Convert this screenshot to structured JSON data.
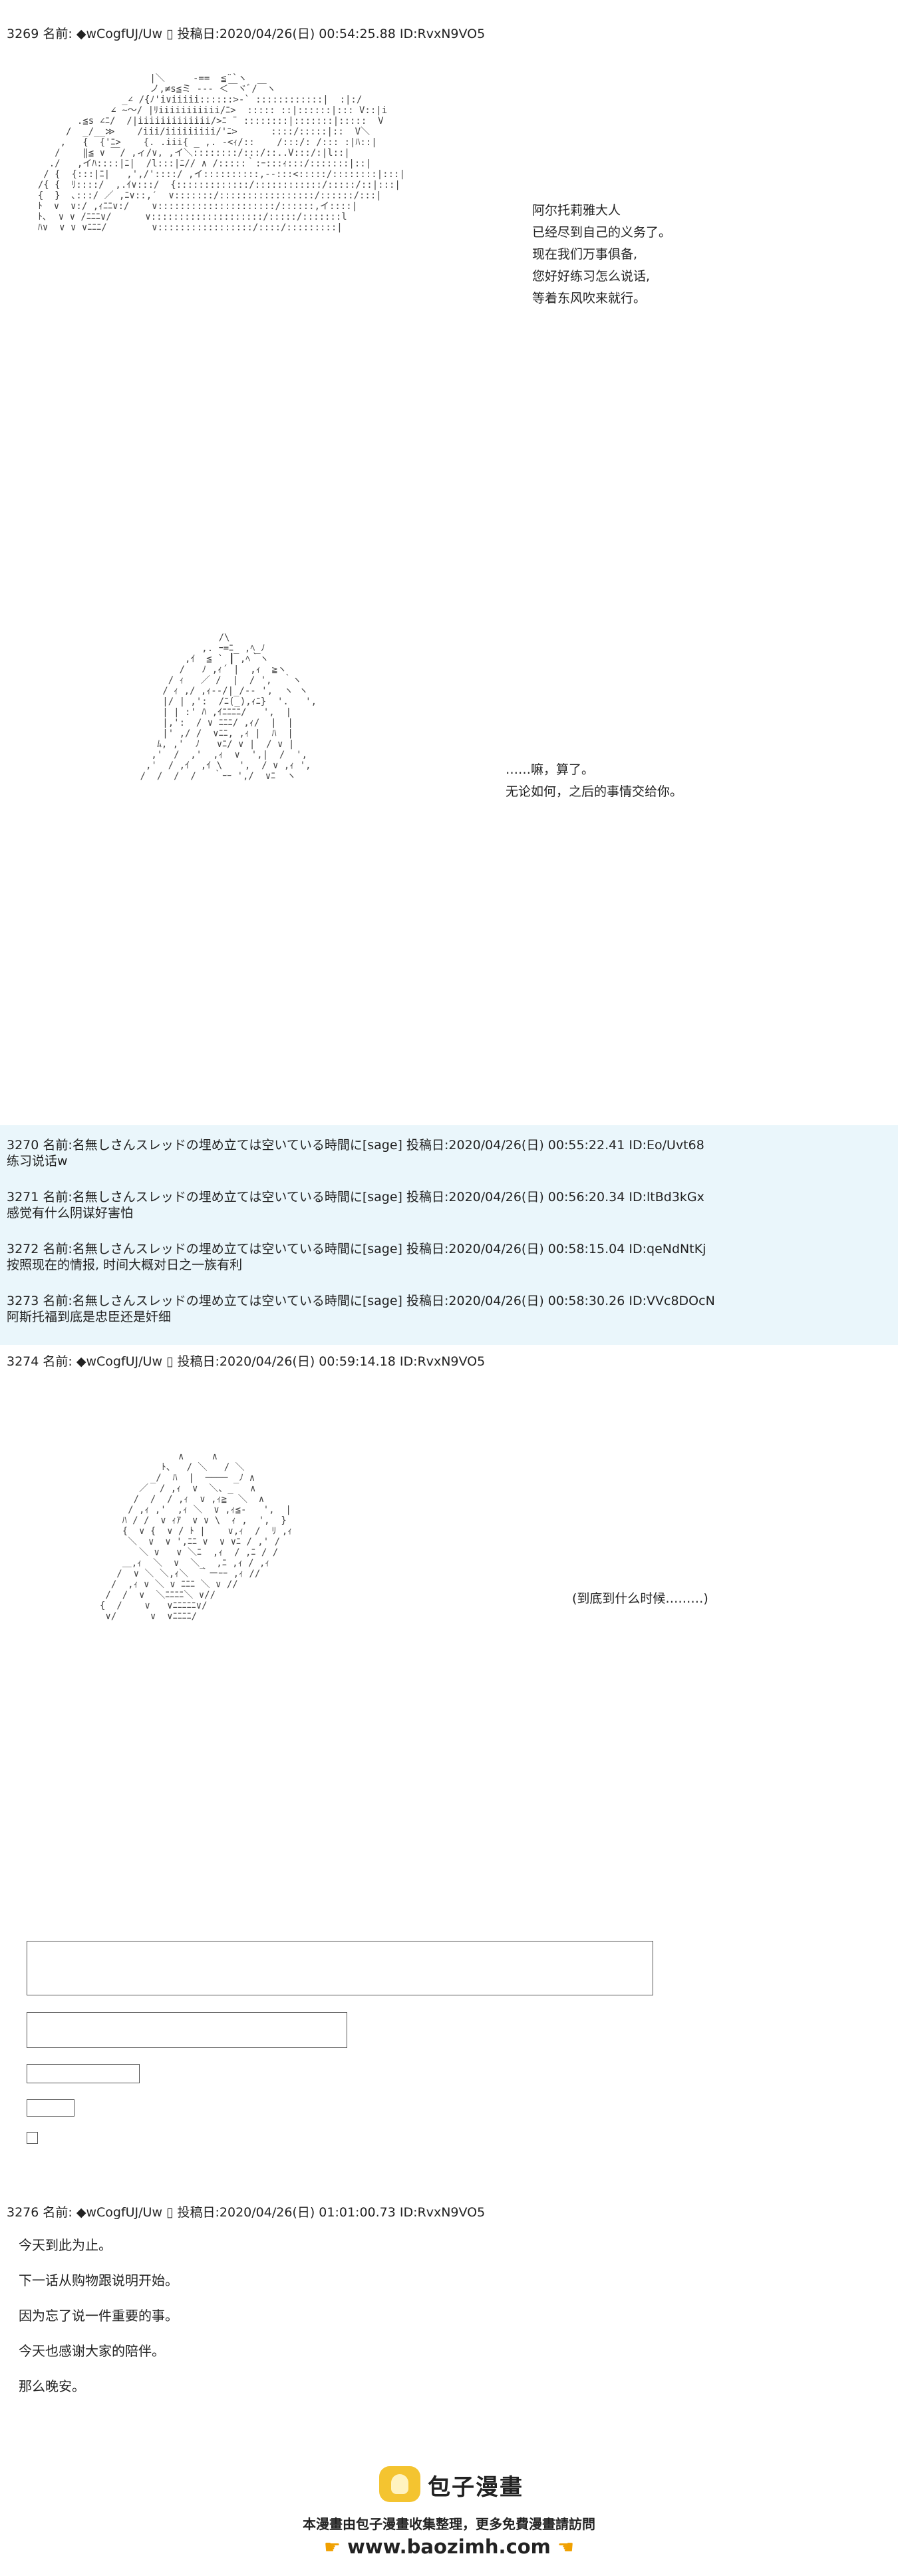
{
  "posts": [
    {
      "header": "3269 名前: ◆wCogfUJ/Uw ▯ 投稿日:2020/04/26(日) 00:54:25.88 ID:RvxN9VO5",
      "narration": [
        "阿尔托莉雅大人",
        "已经尽到自己的义务了。",
        "",
        "现在我们万事俱备,",
        "您好好练习怎么说话,",
        "等着东风吹来就行。"
      ],
      "narration2": [
        "……嘛，算了。",
        "",
        "无论如何，之后的事情交给你。"
      ]
    },
    {
      "header": "3274 名前: ◆wCogfUJ/Uw ▯ 投稿日:2020/04/26(日) 00:59:14.18 ID:RvxN9VO5",
      "narration": [
        "(到底到什么时候………)"
      ]
    },
    {
      "header": "3276 名前: ◆wCogfUJ/Uw ▯ 投稿日:2020/04/26(日) 01:01:00.73 ID:RvxN9VO5",
      "lines": [
        "今天到此为止。",
        "下一话从购物跟说明开始。",
        "因为忘了说一件重要的事。",
        "今天也感谢大家的陪伴。",
        "那么晚安。"
      ]
    }
  ],
  "sage_posts": [
    {
      "header": "3270 名前:名無しさんスレッドの埋め立ては空いている時間に[sage] 投稿日:2020/04/26(日) 00:55:22.41 ID:Eo/Uvt68",
      "body": "练习说话w"
    },
    {
      "header": "3271 名前:名無しさんスレッドの埋め立ては空いている時間に[sage] 投稿日:2020/04/26(日) 00:56:20.34 ID:ltBd3kGx",
      "body": "感觉有什么阴谋好害怕"
    },
    {
      "header": "3272 名前:名無しさんスレッドの埋め立ては空いている時間に[sage] 投稿日:2020/04/26(日) 00:58:15.04 ID:qeNdNtKj",
      "body": "按照现在的情报, 时间大概对日之一族有利"
    },
    {
      "header": "3273 名前:名無しさんスレッドの埋め立ては空いている時間に[sage] 投稿日:2020/04/26(日) 00:58:30.26 ID:VVc8DOcN",
      "body": "阿斯托福到底是忠臣还是奸细"
    }
  ],
  "aa": {
    "aa1": "                      |＼     -==  ≦¨`ヽ\n                      ノ,≠s≦ミ ‐‐- ＜￣ヾﾞ/￣ヽ\n                 _∠ /{ﾉ'i∨iiiii::::::>-` ::::::::::::|  :|:/\n               ∠ ~～/ |ﾘiiiiiiiiiii/ﾆ>  ::::: ::|::::::|::: V::|i\n         .≦s ∠ﾆ/  /|iiiiiiiiiiiii/>ﾆ ¨ ::::::::|:::::::|:::::  V\n       /  _/__≫    /iii/iiiiiiiii/'ﾆ>      ::::/:::::|::  V＼\n      ,   {  {'ﾆ>    {. .iii{ _ ,. -<ｨ/::    /:::/: /::: :|ﾊ::|\n     /    ‖≦ ∨ ￣/ ,ィ/∨, ,イ＼::::::::/:::/::..V:::/:|l::|\n    ./   ,イﾊ::::|ﾆ|  /l:::|ﾆ// ∧ /:::::｀:ｰ:::ｨ:::/:::::::|::|\n   / {  {:::|ﾆ|   ,',/'::::/ ,イ::::::::::,-‐:::<:::::/::::::::|:::|\n  /{ {  ﾘ::::/  ,.ｲ∨:::/  {:::::::::::::/::::::::::::/:::::/::|:::|\n  {  }  ､:::/ ／ ,ﾆ∨::,′  ∨:::::::/:::::::::::::::::/::::::/:::|\n  ﾄ  ∨  ∨:/ ,ｨﾆﾆ∨:/    ∨:::::::::::::::::::::/::::::,イ::::|\n  ﾄ､  ∨ ∨ /ﾆﾆﾆ∨/      ∨::::::::::::::::::::/:::::/:::::::l\n  ﾊ∨  ∨ ∨ ∨ﾆﾆﾆ/        ∨:::::::::::::::::/::::/:::::::::|",
    "aa2": "                    /\\\n                 ,. ｰ=ﾆ_ ,ﾍ_ﾉ\n              ,ｲ  ≦ ` ┃ ,ﾍ｀ヽ\n             /   ﾉ ,ｨ´ |  ,ｨ  ≧ヽ\n           / ｨ   ／ /  |  / ',  ｀ヽ\n          / ｨ ,/ ,ｨ‐-/|_/‐- ',  ヽ ヽ\n          |/ | ,':  /ﾆ(_),ｨﾆ}  '.   ',\n          | | :' ﾊ ,ｲﾆﾆﾆﾆ/   ',  |\n          |,':  / ∨ ﾆﾆﾆ/ ,ｨ/  |  |\n          |' ,/ /  ∨ﾆﾆ, ,ｨ |  ﾊ  |\n         ﾑ, ,'  ﾉ   ∨ﾆ/ ∨ |  / ∨ |\n        ,'  /  ,'  ,ｨ  ∨  ',|  /  ',\n       ,'  / ,ｲ  ,ｲ \\   ',  / ∨ ,ｨ ',\n      /  /  /  /   ｀ｰｰ ',/  ∨ﾆ  ヽ",
    "aa3": "              ∧     ∧\n           ﾄ、  / ＼   / ＼\n         _/  ﾊ  |  ──── _ﾉ ∧\n       ／  / ,ｨ  ∨  ＼、_   ∧\n      /  /  / ,ｨ  ∨ ,ｨ≧  ＼  ∧\n     / ,ｨ ,'  ,ｨ ＼  ∨ ,ｨ≦-   ',  |\n    ﾊ / /  ∨ ｨｱ  ∨ ∨ \\  ｨ ,  ',  }\n    {  ∨ {  ∨ / ﾄ |    ∨,ｨ  /  ﾘ ,ｨ\n     ＼  ∨  ∨ ',ﾆﾆ ∨  ∨ ∨ﾆ / ,' /\n       ＼ ∨   ∨ ＼ﾆ  ,ｨ  / ,ﾆ / /\n    ＿,ｨ  ＼  ∨  ＼_  ,ﾆ ,ｨ / ,ｨ\n   /  ∨ ＼ ＼,ｨ＼  ｀ーｰｰ ,ｨ //\n  /  ,ｨ ∨ ＼ ∨ ﾆﾆﾆ ＼ ∨ //\n /  /  ∨  ＼ﾆﾆﾆﾆ＼ ∨//\n{  /    ∨   ∨ﾆﾆﾆﾆﾆ∨/\n ∨/      ∨  ∨ﾆﾆﾆﾆ/"
  },
  "boxes": {
    "labels": []
  },
  "footer": {
    "title": "包子漫畫",
    "subtitle": "本漫畫由包子漫畫收集整理，更多免費漫畫請訪問",
    "url": "www.baozimh.com",
    "brand_color": "#f4c430"
  }
}
